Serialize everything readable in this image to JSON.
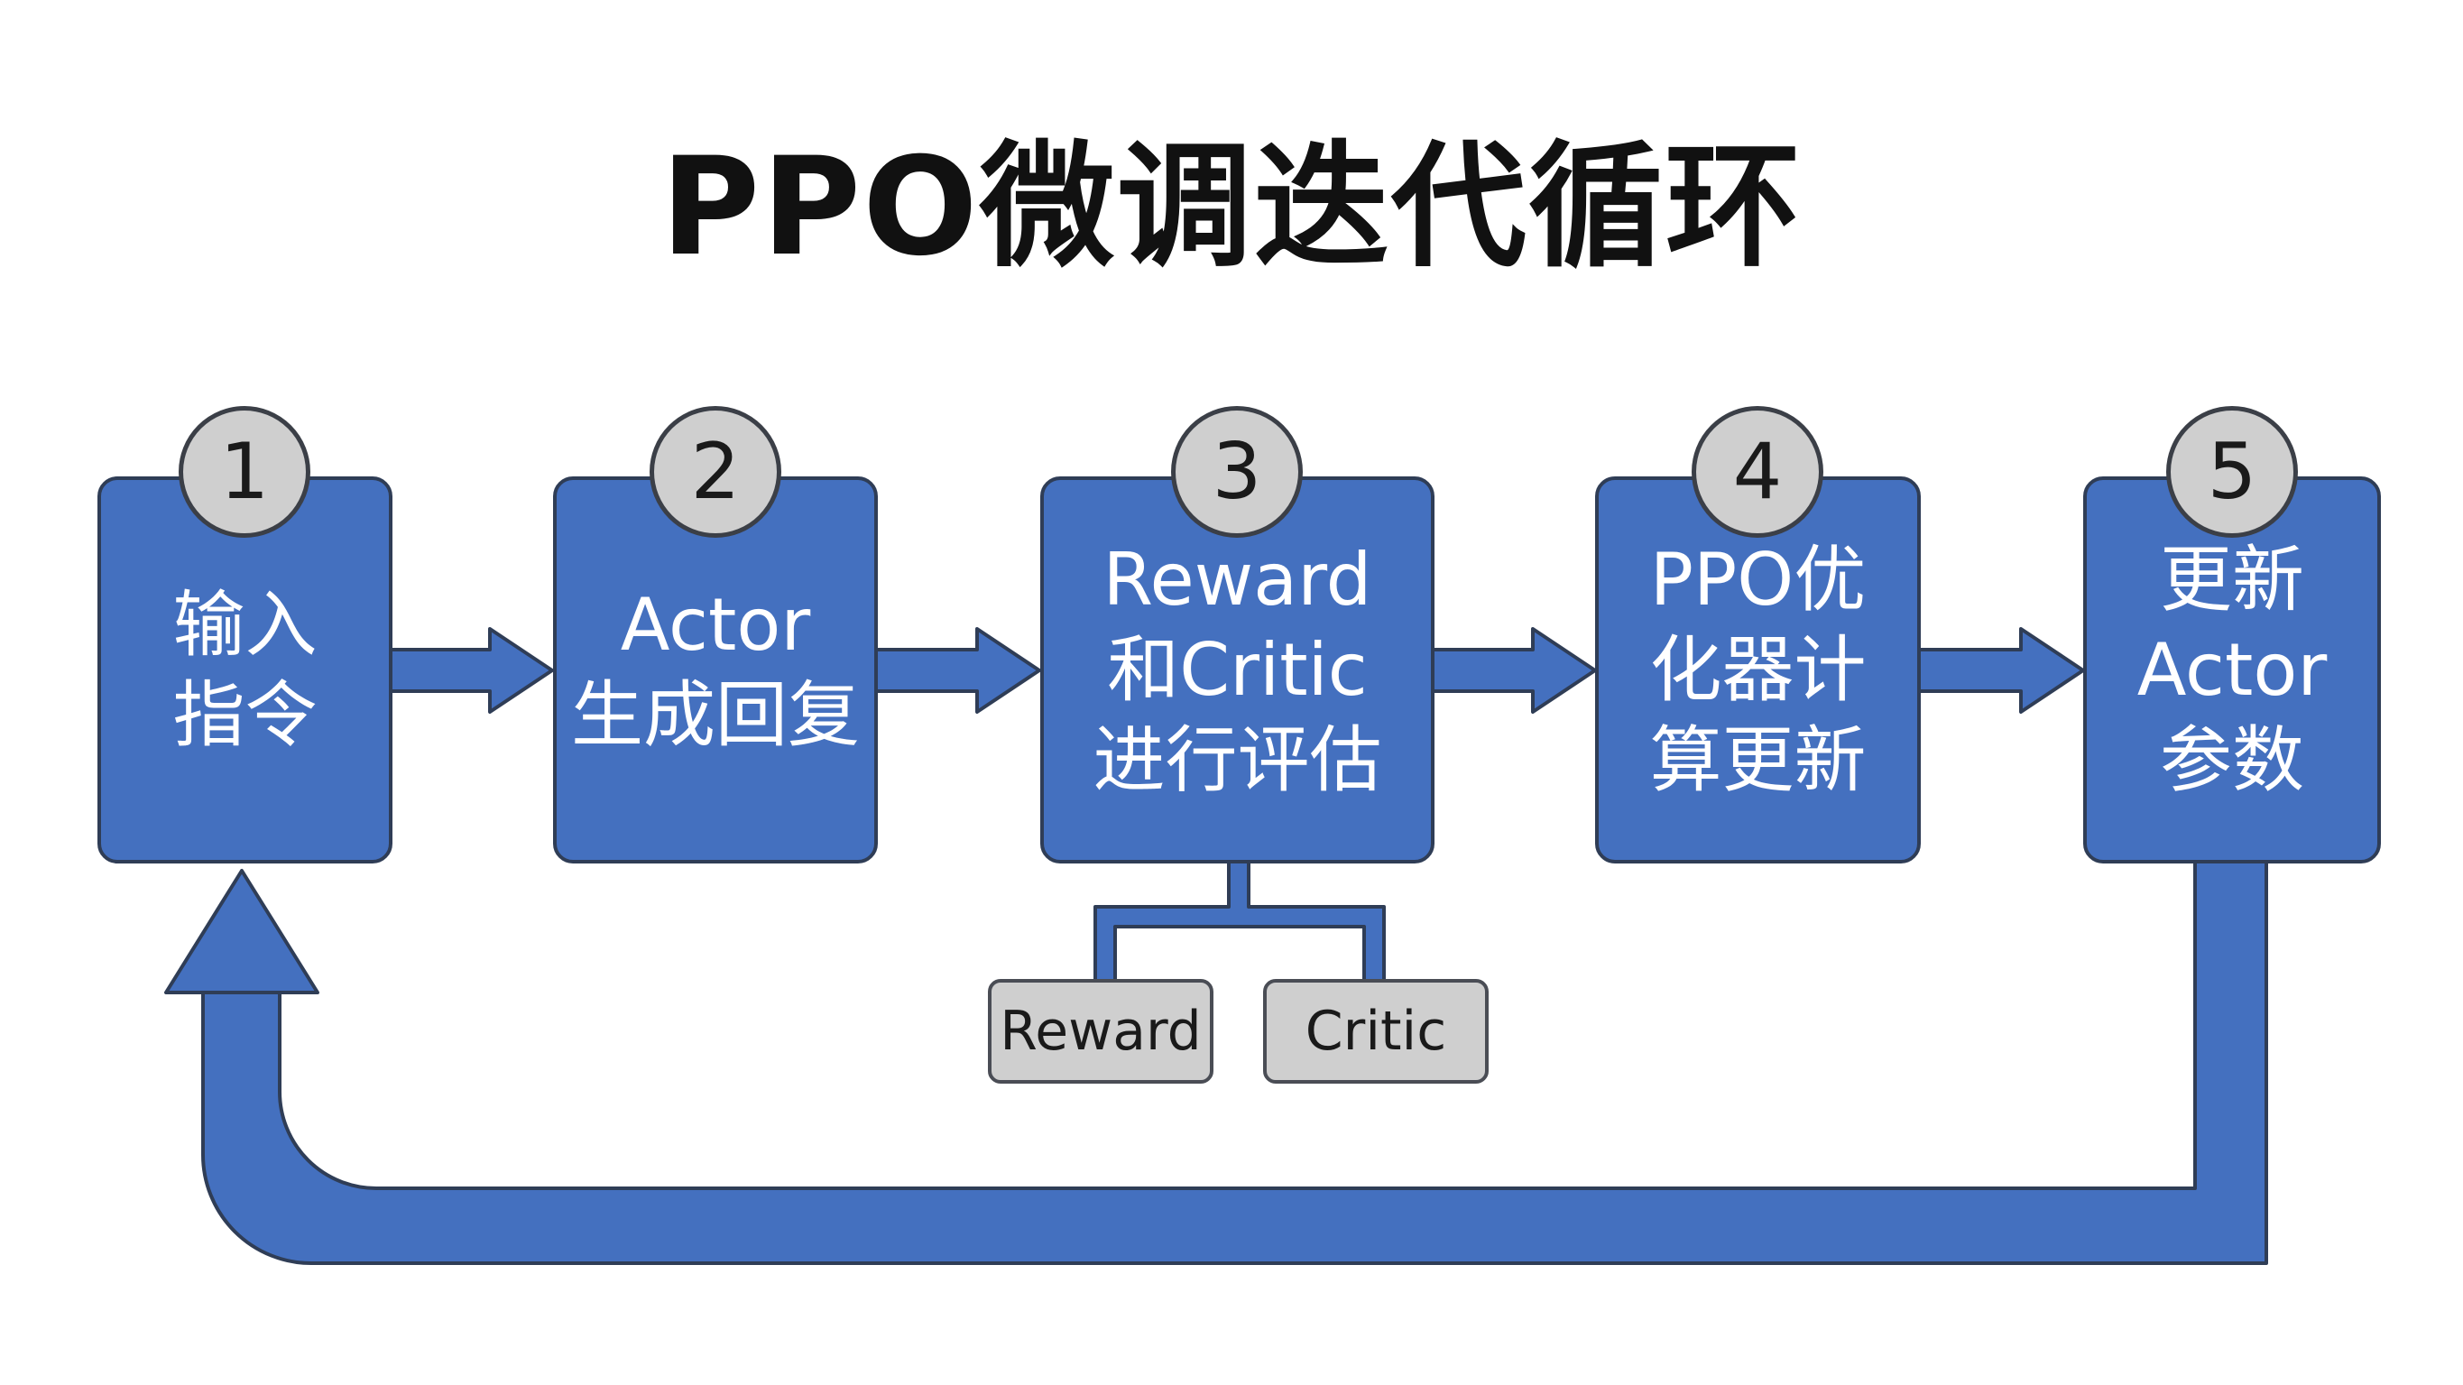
{
  "title": "PPO微调迭代循环",
  "steps": [
    {
      "number": "1",
      "lines": [
        "输入",
        "指令"
      ]
    },
    {
      "number": "2",
      "lines": [
        "Actor",
        "生成回复"
      ]
    },
    {
      "number": "3",
      "lines": [
        "Reward",
        "和Critic",
        "进行评估"
      ]
    },
    {
      "number": "4",
      "lines": [
        "PPO优",
        "化器计",
        "算更新"
      ]
    },
    {
      "number": "5",
      "lines": [
        "更新",
        "Actor",
        "参数"
      ]
    }
  ],
  "sub_components": [
    "Reward",
    "Critic"
  ],
  "colors": {
    "box_fill": "#4470bf",
    "box_border": "#2f3d56",
    "badge_fill": "#cfcfcf",
    "sub_fill": "#cfcfcf",
    "title": "#111111"
  }
}
